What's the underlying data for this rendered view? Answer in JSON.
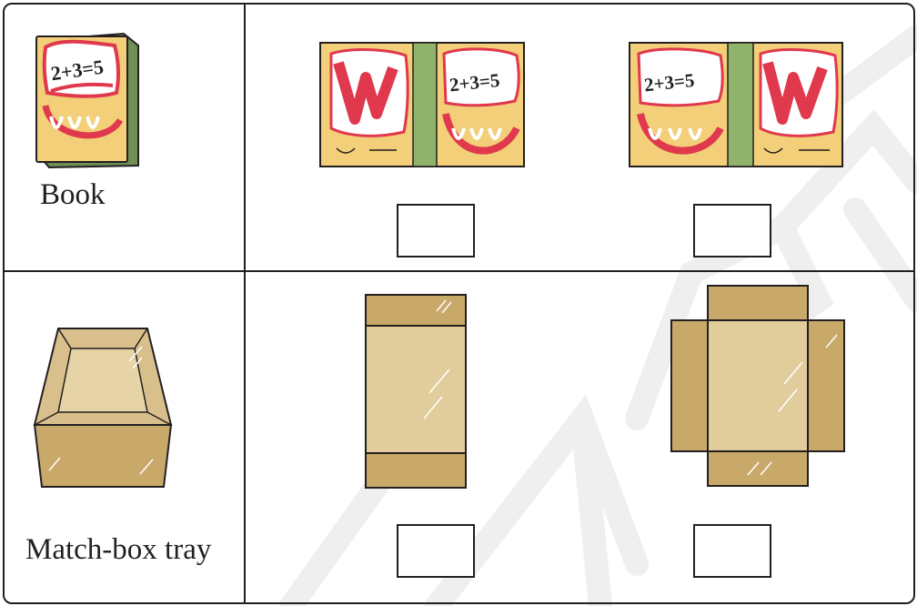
{
  "rows": [
    {
      "label": "Book",
      "book_cover_text": "2+3=5",
      "answers": [
        "",
        ""
      ]
    },
    {
      "label": "Match-box tray",
      "answers": [
        "",
        ""
      ]
    }
  ],
  "colors": {
    "border": "#231f20",
    "book_cover": "#f2cf78",
    "book_spine": "#8fb36a",
    "book_red": "#e0384d",
    "cardboard": "#d9bf8c",
    "cardboard_dark": "#b89a62",
    "watermark": "#ededed"
  }
}
